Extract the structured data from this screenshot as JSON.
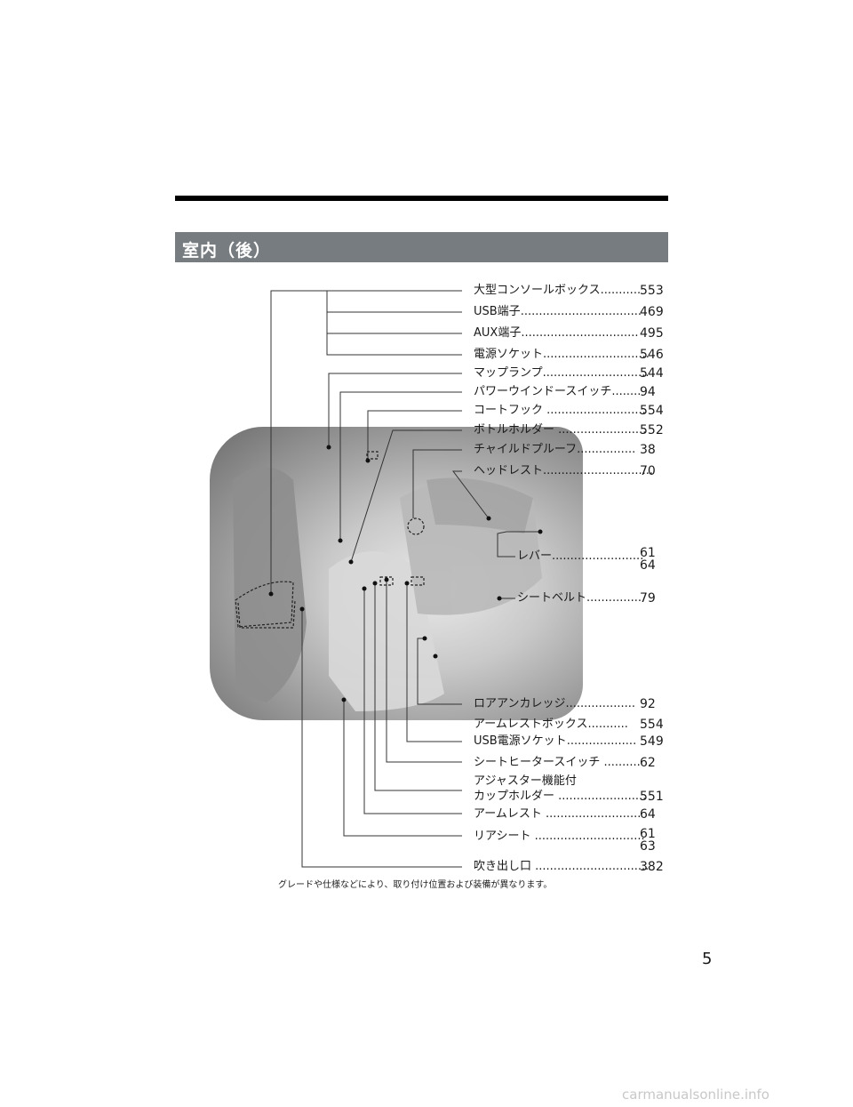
{
  "section_title": "室内（後）",
  "page_number": "5",
  "footnote": "グレードや仕様などにより、取り付け位置および装備が異なります。",
  "watermark": "carmanualsonline.info",
  "entries": [
    {
      "label": "大型コンソールボックス",
      "pages": [
        "553"
      ]
    },
    {
      "label": "USB端子",
      "pages": [
        "469"
      ]
    },
    {
      "label": "AUX端子",
      "pages": [
        "495"
      ]
    },
    {
      "label": "電源ソケット",
      "pages": [
        "546"
      ]
    },
    {
      "label": "マップランプ",
      "pages": [
        "544"
      ]
    },
    {
      "label": "パワーウインドースイッチ",
      "pages": [
        "94"
      ]
    },
    {
      "label": "コートフック",
      "pages": [
        "554"
      ]
    },
    {
      "label": "ボトルホルダー",
      "pages": [
        "552"
      ]
    },
    {
      "label": "チャイルドプルーフ",
      "pages": [
        "38"
      ]
    },
    {
      "label": "ヘッドレスト",
      "pages": [
        "70"
      ]
    },
    {
      "label": "レバー",
      "pages": [
        "61",
        "64"
      ]
    },
    {
      "label": "シートベルト",
      "pages": [
        "79"
      ]
    },
    {
      "label": "ロアアンカレッジ",
      "pages": [
        "92"
      ]
    },
    {
      "label": "アームレストボックス",
      "pages": [
        "554"
      ]
    },
    {
      "label": "USB電源ソケット",
      "pages": [
        "549"
      ]
    },
    {
      "label": "シートヒータースイッチ",
      "pages": [
        "62"
      ]
    },
    {
      "label": "アジャスター機能付",
      "pages": []
    },
    {
      "label": "カップホルダー",
      "pages": [
        "551"
      ]
    },
    {
      "label": "アームレスト",
      "pages": [
        "64"
      ]
    },
    {
      "label": "リアシート",
      "pages": [
        "61",
        "63"
      ]
    },
    {
      "label": "吹き出し口",
      "pages": [
        "382"
      ]
    }
  ]
}
